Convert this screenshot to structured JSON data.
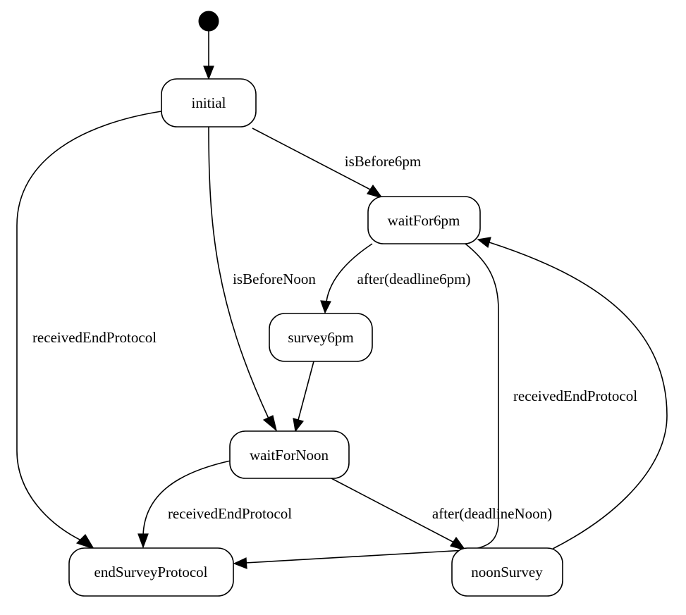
{
  "states": {
    "initial": "initial",
    "waitFor6pm": "waitFor6pm",
    "survey6pm": "survey6pm",
    "waitForNoon": "waitForNoon",
    "endSurveyProtocol": "endSurveyProtocol",
    "noonSurvey": "noonSurvey"
  },
  "transitions": {
    "initial_to_waitFor6pm": "isBefore6pm",
    "initial_to_waitForNoon": "isBeforeNoon",
    "initial_to_endSurveyProtocol": "receivedEndProtocol",
    "waitFor6pm_to_survey6pm": "after(deadline6pm)",
    "waitFor6pm_to_endSurveyProtocol": "receivedEndProtocol",
    "waitForNoon_to_endSurveyProtocol": "receivedEndProtocol",
    "waitForNoon_to_noonSurvey": "after(deadlineNoon)"
  }
}
